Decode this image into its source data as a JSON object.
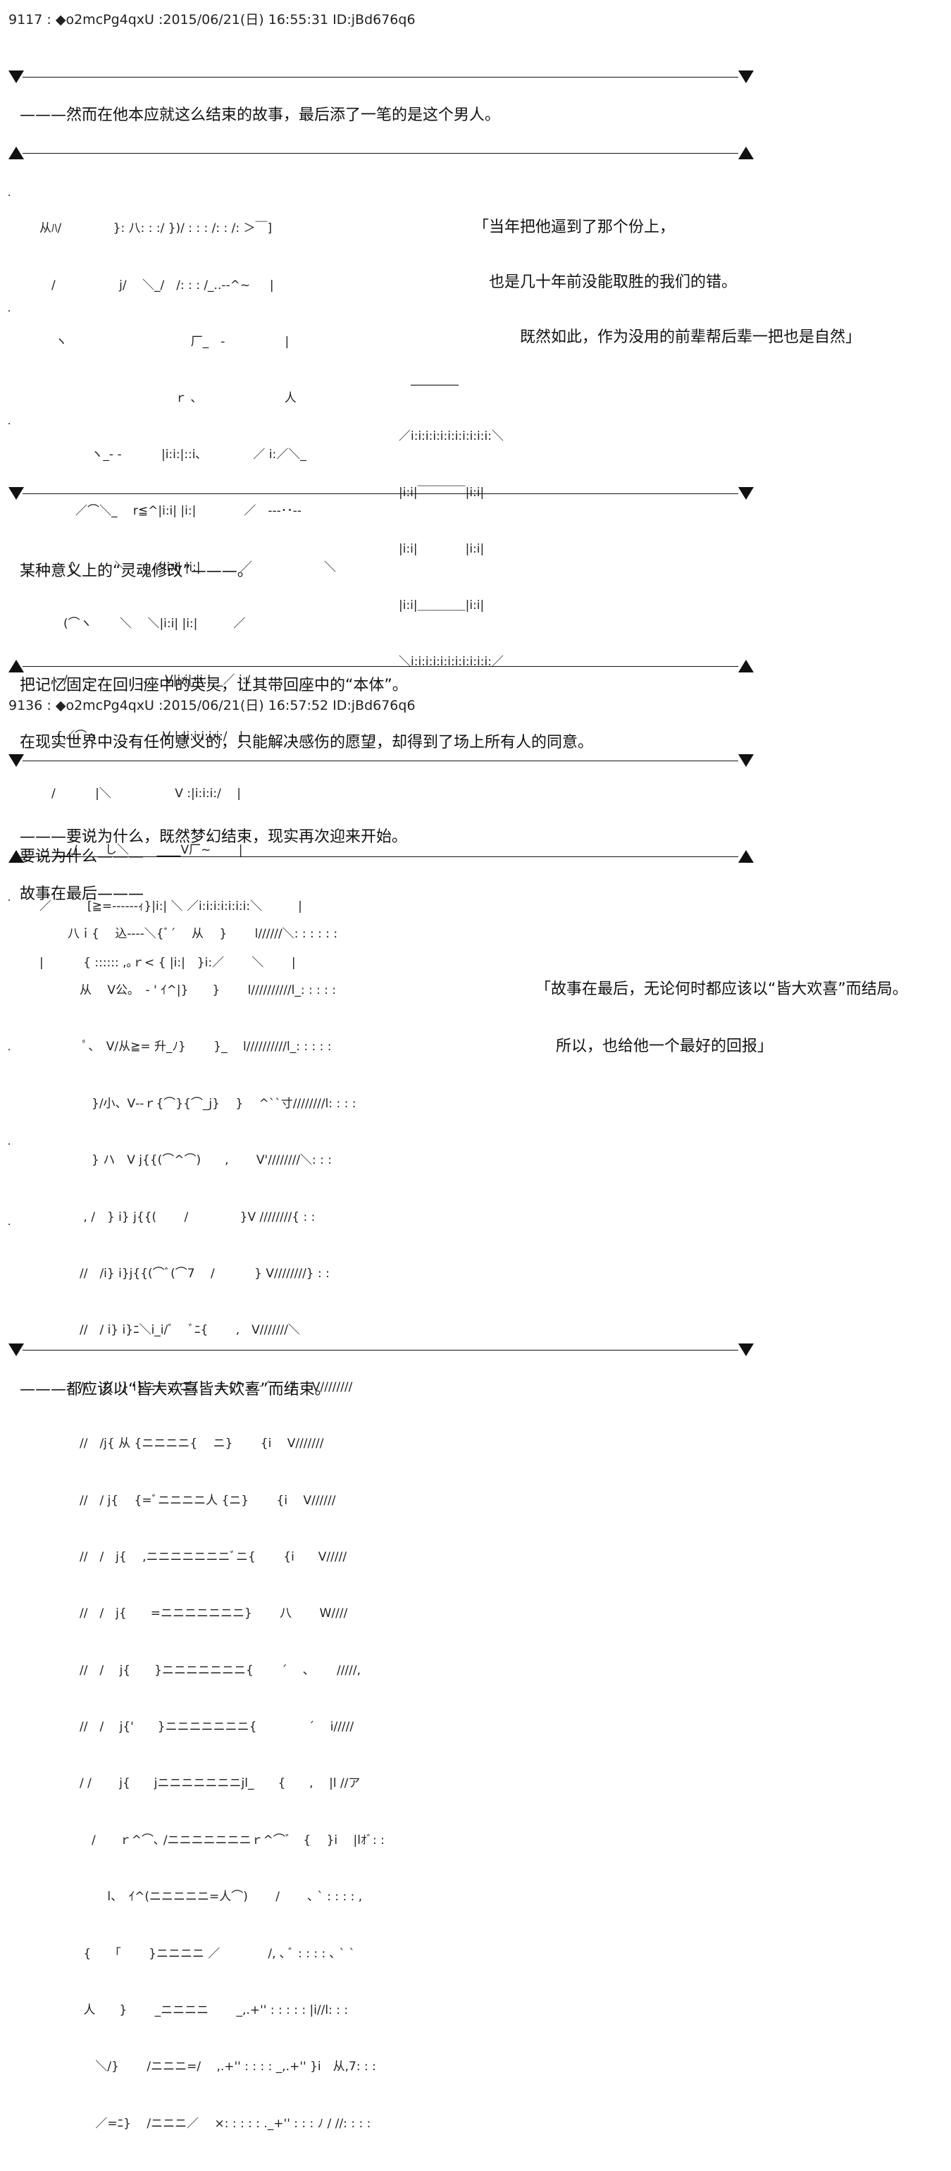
{
  "post1": {
    "header": "9117 : ◆o2mcPg4qxU :2015/06/21(日) 16:55:31 ID:jBd676q6",
    "narration1": "———然而在他本应就这么结束的故事，最后添了一笔的是这个男人。",
    "dialogue": [
      "「当年把他逼到了那个份上，",
      "　也是几十年前没能取胜的我们的错。",
      "　　　既然如此，作为没用的前辈帮后辈一把也是自然」"
    ],
    "aa_left": [
      "从ﾊ/　　　　 }: 八: : :/ })/ : : : /: : /: ＞￣]",
      "　/　　　　　 j/　 ＼_/　/: : : /_..-‐^~ 　 |",
      "　 ヽ　　　　　　　　　　 厂_　-　　　　　|",
      "　　　　　　　　　　　 ｒ ､　　　　　　 　人",
      "　　　　 ヽ_‐ -　　　 |i:i:|::i､　　　　 ／ i:／＼_",
      "　　　／⌒＼_　 r≦^|i:i| |i:|　　　　／　‐-‐･･-‐",
      "　　 {　　　 ＼　　／|i:i| |i:|　　　 ／　　　　　　＼",
      "　　(⌒ヽ　　 ＼　 ＼|i:i| |i:|　　　／",
      "　　/　　　　　　 ､　 V|i:i| |i:|__／ i:/",
      "　 {／⌒ヽ　　　　　 V | |i:i:i:i:i:/　|",
      "　/　　　 |＼　　　　　 V :|i:i:i:/　 |",
      "　 ___/　　 し＼　　 ____V厂~　　 |",
      "／　　　[≧=------ｨ}|i:| ＼ ／i:i:i:i:i:i:i:＼　　　|",
      "|　　　 { :::::: ,｡ｒ< { |i:|　}i:／　 　＼　　 |"
    ],
    "aa_box": [
      "　________",
      "／i:i:i:i:i:i:i:i:i:i:i:＼",
      "|i:i|￣￣￣￣|i:i|",
      "|i:i|　　　　|i:i|",
      "|i:i|＿＿＿＿|i:i|",
      "＼i:i:i:i:i:i:i:i:i:i:i:／"
    ],
    "narration2": [
      "某种意义上的“灵魂修改”———。",
      "",
      "把记忆固定在回归座中的英灵，让其带回座中的“本体”。",
      "在现实世界中没有任何意义的，只能解决感伤的愿望，却得到了场上所有人的同意。",
      "",
      "要说为什么———"
    ]
  },
  "post2": {
    "header": "9136 : ◆o2mcPg4qxU :2015/06/21(日) 16:57:52 ID:jBd676q6",
    "narration1": [
      "———要说为什么，既然梦幻结束，现实再次迎来开始。",
      "故事在最后———"
    ],
    "dialogue": [
      "「故事在最后，无论何时都应该以“皆大欢喜”而结局。",
      "　 所以，也给他一个最好的回报」"
    ],
    "aa_figure": [
      "八ｉ{　 込‐-‐-＼{ﾞ´　 从　 }　　 l//////＼: : : : : :",
      "　从 　V公｡　- ' ｲ^|}　　}　　 l//////////l_: : : : :",
      "　 ﾟ、　V/从≧= 升_ﾉ}　　 }_　 l//////////l_: : : : :",
      "　　}/小、V‐-ｒ{⌒}{⌒_j}　 }　 ^``寸////////l: : : :",
      "　　} ハ　V j{{(⌒^⌒)　　,　　 V'////////＼: : :",
      "　 , /　} i} j{{(　　 /　　　　 }V ////////{ : :",
      "　//　/i} i}j{{(⌒ﾞ(⌒7　 /　　　 } V////////} : :",
      "　//　/ i} i}ﾆ＼i_i/ﾞ　 ﾞﾆ{　　 ,　V///////＼",
      "　//　,j{ i} i}ニニニニ{　 ニ{^~‐ﾞ　 }　 V////////",
      "　//　/j{ 从 {ニニニニ{　 ニ}　　 {i　 V///////",
      "　//　/ j{　 {=ﾞニニニニ人 {ニ}　　 {i　 V//////",
      "　//　/　j{　 ,ニニニニニニニﾞニ{　　 {i　　V/////",
      "　//　/　j{　　=ニニニニニニニ}　　 八　　 W////",
      "　//　/　 j{　　}ニニニニニニニ{　　 ´　 ､　　 /////,",
      "　//　/　 j{'　　}ニニニニニニニ{　　　　 ´　 i/////",
      "　/ /　　 j{　　jニニニニニニニjl_　　{　　,　 |l //ア",
      "　　/　　ｒ^⌒､ /ニニニニニニニｒ^⌒ﾞ　{　 }i　 |lｵﾞ: :",
      "　　　 l、　ｲ^(ニニニニニ=人⌒)　　 /　　 ､ ` : : : : ,",
      "　 {　　「　　 }ニニニニ ／　　　　/, ､ ﾞ : : : : ､ ` `",
      "　 人　　}　　 _ニニニニ　　 _,.+'' : : : : : |i//l: : :",
      "　　 ＼/}　　 /ニニニ=/　 ,.+'' : : : : _,.+'' }i　从,7: : :",
      "　　 ／=ﾆ}　 /ニニニ／　 ×: : : : : ._+'' : : : ﾉ / //: : : :"
    ],
    "narration2": "———都应该以“皆大欢喜皆大欢喜”而结束。"
  }
}
